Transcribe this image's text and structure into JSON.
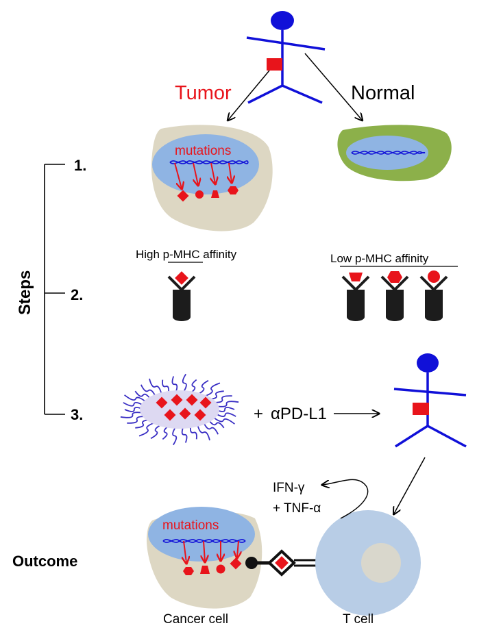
{
  "labels": {
    "tumor": "Tumor",
    "normal": "Normal",
    "mutations_top": "mutations",
    "mutations_bottom": "mutations",
    "steps": "Steps",
    "step1": "1.",
    "step2": "2.",
    "step3": "3.",
    "high_affinity": "High p-MHC affinity",
    "low_affinity": "Low p-MHC affinity",
    "plus": "+",
    "antibody": "αPD-L1",
    "ifn": "IFN-γ",
    "tnf": "+ TNF-α",
    "outcome": "Outcome",
    "cancer_cell": "Cancer cell",
    "t_cell": "T cell"
  },
  "colors": {
    "figure_blue": "#1010d8",
    "tumor_red": "#e8141b",
    "cell_beige": "#ddd7c3",
    "nucleus_blue": "#8fb4e3",
    "normal_green": "#8cb04a",
    "nanoparticle_fill": "#ddd9f2",
    "nanoparticle_strand": "#3a2fc4",
    "tcell_blue": "#b8cde6",
    "tcell_nucleus": "#d9d7cc"
  }
}
